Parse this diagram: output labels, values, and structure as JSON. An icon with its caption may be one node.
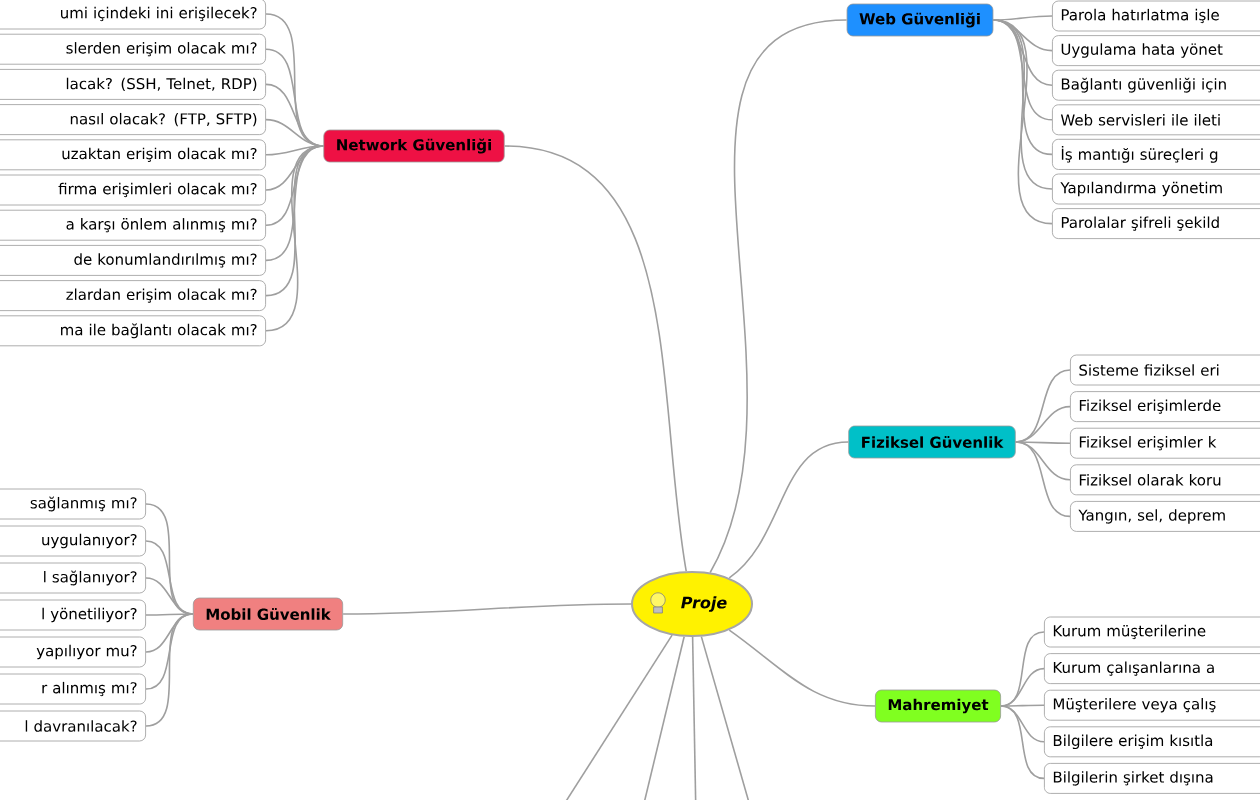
{
  "diagram": {
    "nodes": [
      {
        "text": [
          "Proje"
        ]
      },
      {
        "text": [
          "Network Güvenliği"
        ]
      },
      {
        "text": [
          "umi içindeki ini erişilecek?"
        ]
      },
      {
        "text": [
          "slerden erişim olacak mı?"
        ]
      },
      {
        "text": [
          "lacak? (SSH, Telnet, RDP)"
        ]
      },
      {
        "text": [
          "nasıl olacak? (FTP, SFTP)"
        ]
      },
      {
        "text": [
          "uzaktan erişim olacak mı?"
        ]
      },
      {
        "text": [
          "firma erişimleri olacak mı?"
        ]
      },
      {
        "text": [
          "a karşı önlem alınmış mı?"
        ]
      },
      {
        "text": [
          "de konumlandırılmış mı?"
        ]
      },
      {
        "text": [
          "zlardan erişim olacak mı?"
        ]
      },
      {
        "text": [
          "ma ile bağlantı olacak mı?"
        ]
      },
      {
        "text": [
          "Web Güvenliği"
        ]
      },
      {
        "text": [
          "Parola hatırlatma işle"
        ]
      },
      {
        "text": [
          "Uygulama hata yönet"
        ]
      },
      {
        "text": [
          "Bağlantı güvenliği için"
        ]
      },
      {
        "text": [
          "Web servisleri ile ileti"
        ]
      },
      {
        "text": [
          "İş mantığı süreçleri g"
        ]
      },
      {
        "text": [
          "Yapılandırma yönetim"
        ]
      },
      {
        "text": [
          "Parolalar şifreli şekild"
        ]
      },
      {
        "text": [
          "Fiziksel Güvenlik"
        ]
      },
      {
        "text": [
          "Sisteme fiziksel eri"
        ]
      },
      {
        "text": [
          "Fiziksel erişimlerde"
        ]
      },
      {
        "text": [
          "Fiziksel erişimler k"
        ]
      },
      {
        "text": [
          "Fiziksel olarak koru"
        ]
      },
      {
        "text": [
          "Yangın, sel, deprem"
        ]
      },
      {
        "text": [
          "Mahremiyet"
        ]
      },
      {
        "text": [
          "Kurum müşterilerine"
        ]
      },
      {
        "text": [
          "Kurum çalışanlarına a"
        ]
      },
      {
        "text": [
          "Müşterilere veya çalış"
        ]
      },
      {
        "text": [
          "Bilgilere erişim kısıtla"
        ]
      },
      {
        "text": [
          "Bilgilerin şirket dışına"
        ]
      },
      {
        "text": [
          "Mobil Güvenlik"
        ]
      },
      {
        "text": [
          "sağlanmış mı?"
        ]
      },
      {
        "text": [
          "uygulanıyor?"
        ]
      },
      {
        "text": [
          "l sağlanıyor?"
        ]
      },
      {
        "text": [
          "l yönetiliyor?"
        ]
      },
      {
        "text": [
          "yapılıyor mu?"
        ]
      },
      {
        "text": [
          "r alınmış mı?"
        ]
      },
      {
        "text": [
          "l davranılacak?"
        ]
      }
    ],
    "edges": [
      {
        "from": 0,
        "to": 1,
        "arrow": "none"
      },
      {
        "from": 0,
        "to": 12,
        "arrow": "none"
      },
      {
        "from": 0,
        "to": 20,
        "arrow": "none"
      },
      {
        "from": 0,
        "to": 26,
        "arrow": "none"
      },
      {
        "from": 0,
        "to": 32,
        "arrow": "none"
      },
      {
        "from": 0,
        "to": null,
        "arrow": "none"
      },
      {
        "from": 0,
        "to": null,
        "arrow": "none"
      },
      {
        "from": 0,
        "to": null,
        "arrow": "none"
      },
      {
        "from": 0,
        "to": null,
        "arrow": "none"
      },
      {
        "from": 1,
        "to": 2,
        "arrow": "none"
      },
      {
        "from": 1,
        "to": 3,
        "arrow": "none"
      },
      {
        "from": 1,
        "to": 4,
        "arrow": "none"
      },
      {
        "from": 1,
        "to": 5,
        "arrow": "none"
      },
      {
        "from": 1,
        "to": 6,
        "arrow": "none"
      },
      {
        "from": 1,
        "to": 7,
        "arrow": "none"
      },
      {
        "from": 1,
        "to": 8,
        "arrow": "none"
      },
      {
        "from": 1,
        "to": 9,
        "arrow": "none"
      },
      {
        "from": 1,
        "to": 10,
        "arrow": "none"
      },
      {
        "from": 1,
        "to": 11,
        "arrow": "none"
      },
      {
        "from": 12,
        "to": 13,
        "arrow": "none"
      },
      {
        "from": 12,
        "to": 14,
        "arrow": "none"
      },
      {
        "from": 12,
        "to": 15,
        "arrow": "none"
      },
      {
        "from": 12,
        "to": 16,
        "arrow": "none"
      },
      {
        "from": 12,
        "to": 17,
        "arrow": "none"
      },
      {
        "from": 12,
        "to": 18,
        "arrow": "none"
      },
      {
        "from": 12,
        "to": 19,
        "arrow": "none"
      },
      {
        "from": 20,
        "to": 21,
        "arrow": "none"
      },
      {
        "from": 20,
        "to": 22,
        "arrow": "none"
      },
      {
        "from": 20,
        "to": 23,
        "arrow": "none"
      },
      {
        "from": 20,
        "to": 24,
        "arrow": "none"
      },
      {
        "from": 20,
        "to": 25,
        "arrow": "none"
      },
      {
        "from": 26,
        "to": 27,
        "arrow": "none"
      },
      {
        "from": 26,
        "to": 28,
        "arrow": "none"
      },
      {
        "from": 26,
        "to": 29,
        "arrow": "none"
      },
      {
        "from": 26,
        "to": 30,
        "arrow": "none"
      },
      {
        "from": 26,
        "to": 31,
        "arrow": "none"
      },
      {
        "from": 32,
        "to": 33,
        "arrow": "none"
      },
      {
        "from": 32,
        "to": 34,
        "arrow": "none"
      },
      {
        "from": 32,
        "to": 35,
        "arrow": "none"
      },
      {
        "from": 32,
        "to": 36,
        "arrow": "none"
      },
      {
        "from": 32,
        "to": 37,
        "arrow": "none"
      },
      {
        "from": 32,
        "to": 38,
        "arrow": "none"
      },
      {
        "from": 32,
        "to": 39,
        "arrow": "none"
      }
    ]
  }
}
